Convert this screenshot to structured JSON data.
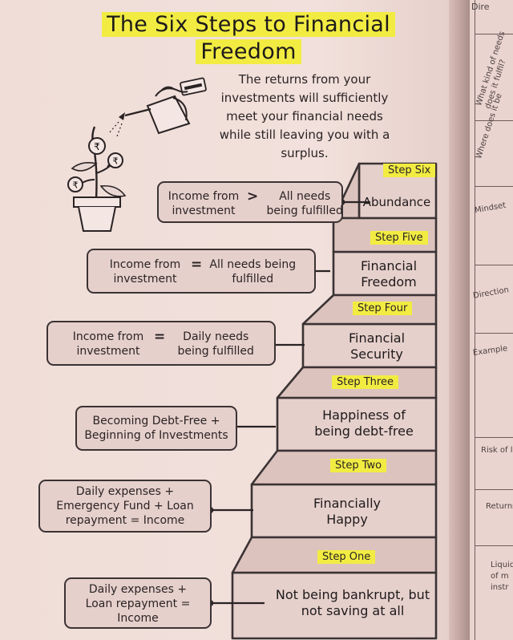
{
  "title_line1": "The Six Steps to Financial",
  "title_line2": "Freedom",
  "subtitle": "The returns from your investments will sufficiently meet your financial needs while still leaving you with a surplus.",
  "plant_coins": [
    "₹",
    "₹",
    "₹"
  ],
  "steps": [
    {
      "label": "Step Six",
      "name": "Abundance",
      "condition_left": "Income from investment",
      "operator": ">",
      "condition_right": "All needs being fulfilled"
    },
    {
      "label": "Step Five",
      "name": "Financial Freedom",
      "condition_left": "Income from investment",
      "operator": "=",
      "condition_right": "All needs being fulfilled"
    },
    {
      "label": "Step Four",
      "name": "Financial Security",
      "condition_left": "Income from investment",
      "operator": "=",
      "condition_right": "Daily needs being fulfilled"
    },
    {
      "label": "Step Three",
      "name": "Happiness of being debt-free",
      "condition": "Becoming Debt-Free + Beginning of Investments"
    },
    {
      "label": "Step Two",
      "name": "Financially Happy",
      "condition": "Daily expenses + Emergency Fund + Loan repayment = Income"
    },
    {
      "label": "Step One",
      "name": "Not being bankrupt, but not saving at all",
      "condition": "Daily expenses + Loan repayment = Income"
    }
  ],
  "right_page": {
    "header": "Dire",
    "rows": [
      "What kind of needs does it fulfil?",
      "Where does it be",
      "Mindset",
      "Direction",
      "Example",
      "Risk of lo",
      "Returns",
      "Liquid of m instr"
    ]
  }
}
